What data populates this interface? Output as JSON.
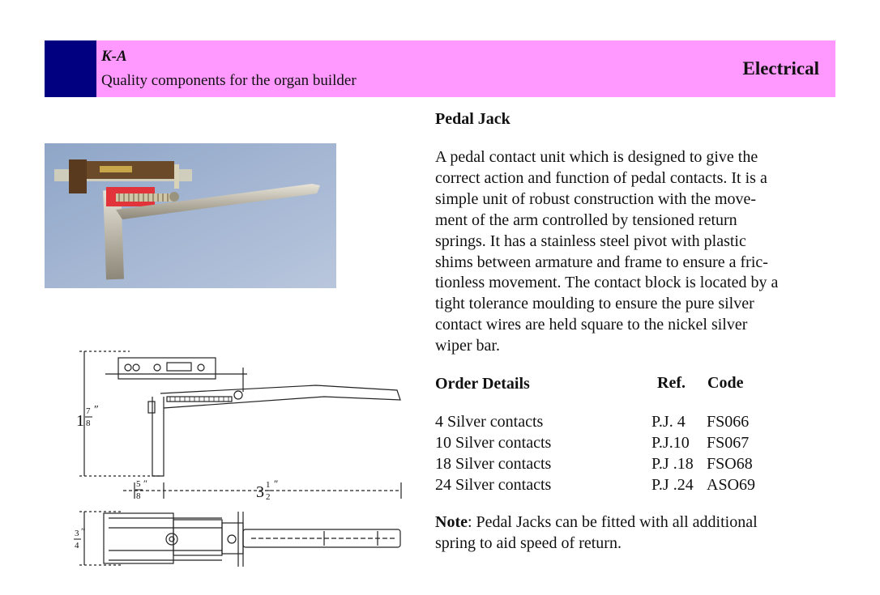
{
  "header": {
    "brand": "K-A",
    "tagline": "Quality components for the organ builder",
    "section": "Electrical",
    "colors": {
      "banner": "#ff99ff",
      "block": "#000080"
    }
  },
  "product": {
    "title": "Pedal Jack",
    "description_lines": [
      "A pedal contact unit which is designed to give the",
      "correct action and function of pedal contacts. It is a",
      "simple unit of robust construction with the move-",
      "ment of the arm controlled by tensioned return",
      "springs. It has a stainless steel pivot with plastic",
      "shims between armature and frame to ensure a fric-",
      "tionless movement. The contact block is located by a",
      "tight tolerance moulding to ensure the pure silver",
      "contact wires are held square to the nickel silver",
      "wiper bar."
    ]
  },
  "order": {
    "heading": "Order Details",
    "ref_heading": "Ref.",
    "code_heading": "Code",
    "rows": [
      {
        "desc": "4 Silver contacts",
        "ref": "P.J. 4",
        "code": "FS066"
      },
      {
        "desc": "10 Silver contacts",
        "ref": "P.J.10",
        "code": "FS067"
      },
      {
        "desc": "18 Silver contacts",
        "ref": "P.J .18",
        "code": "FSO68"
      },
      {
        "desc": "24 Silver contacts",
        "ref": "P.J .24",
        "code": "ASO69"
      }
    ]
  },
  "note": {
    "label": "Note",
    "lines": [
      ": Pedal Jacks can be fitted with all additional",
      "spring to aid speed of return."
    ]
  },
  "drawing": {
    "dim_height_whole": "1",
    "dim_height_num": "7",
    "dim_height_den": "8",
    "dim_height_unit": "″",
    "dim_offset_num": "5",
    "dim_offset_den": "8",
    "dim_offset_unit": "″",
    "dim_length_whole": "3",
    "dim_length_num": "1",
    "dim_length_den": "2",
    "dim_length_unit": "″",
    "dim_width_num": "3",
    "dim_width_den": "4",
    "dim_width_unit": "″"
  }
}
